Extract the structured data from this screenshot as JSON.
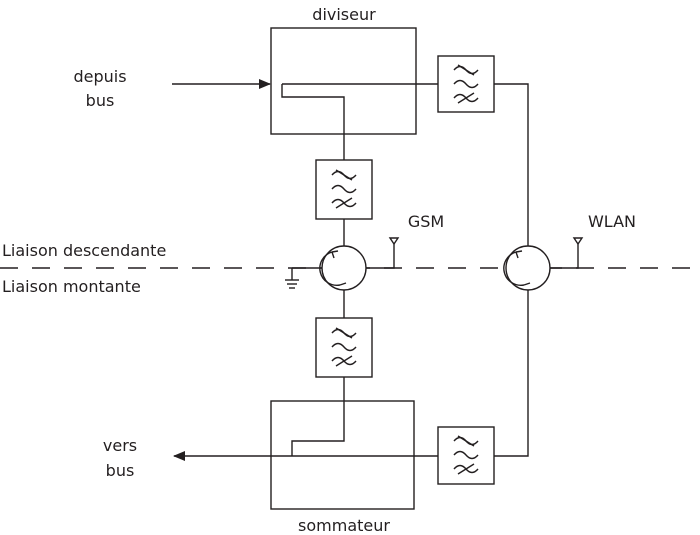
{
  "labels": {
    "divider": "diviseur",
    "combiner": "sommateur",
    "input_line1": "depuis",
    "input_line2": "bus",
    "output_line1": "vers",
    "output_line2": "bus",
    "gsm": "GSM",
    "wlan": "WLAN",
    "downlink": "Liaison descendante",
    "uplink": "Liaison montante"
  }
}
